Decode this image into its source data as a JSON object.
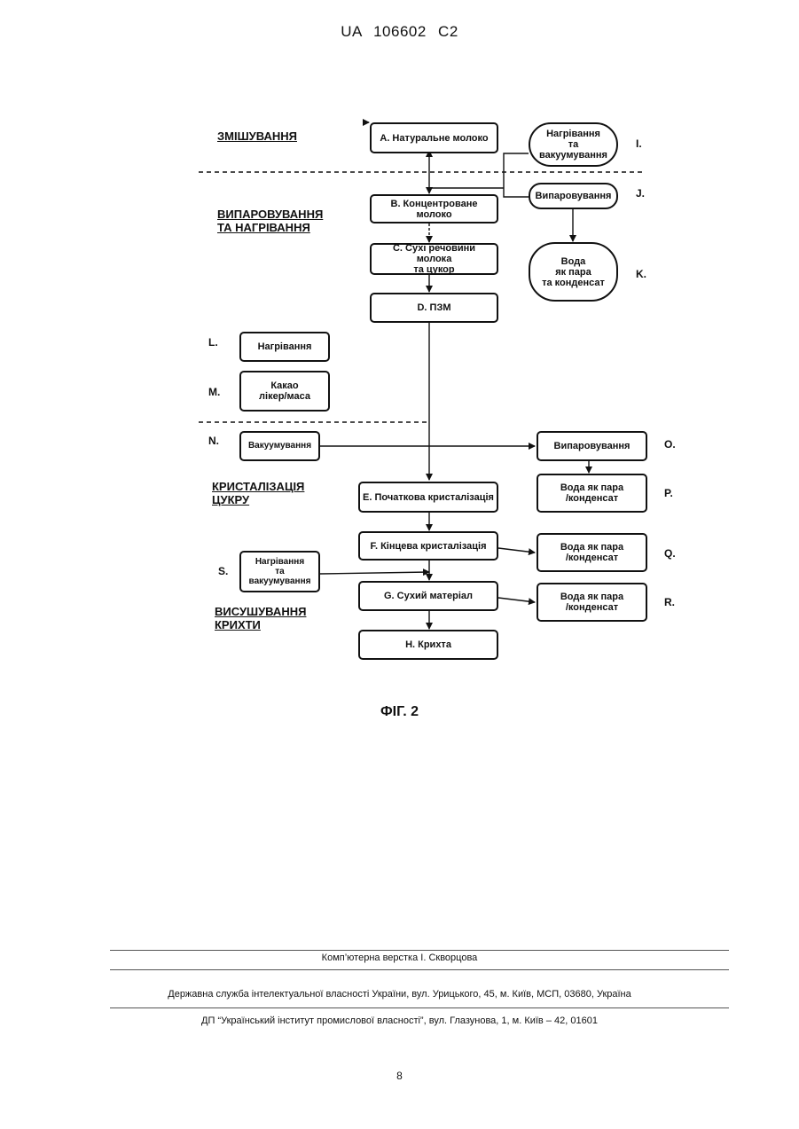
{
  "header": {
    "doc_code": "UA   106602   C2"
  },
  "stages": {
    "mixing": "ЗМІШУВАННЯ",
    "evaporation": "ВИПАРОВУВАННЯ\nТА НАГРІВАННЯ",
    "crystallization": "КРИСТАЛІЗАЦІЯ\nЦУКРУ",
    "drying": "ВИСУШУВАННЯ\nКРИХТИ"
  },
  "boxes": {
    "A": "A. Натуральне молоко",
    "B": "B. Концентроване молоко",
    "C": "C. Сухі речовини молока\nта цукор",
    "D": "D. ПЗМ",
    "E": "E. Початкова кристалізація",
    "F": "F. Кінцева кристалізація",
    "G": "G. Сухий матеріал",
    "H": "H. Крихта",
    "I": "Нагрівання\nта вакуумування",
    "J": "Випаровування",
    "K": "Вода\nяк пара\nта конденсат",
    "L": "Нагрівання",
    "M": "Какао\nлікер/маса",
    "N": "Вакуумування",
    "O": "Випаровування",
    "P": "Вода як пара\n/конденсат",
    "Q": "Вода як пара\n/конденсат",
    "R": "Вода як пара\n/конденсат",
    "S": "Нагрівання\nта вакуумування"
  },
  "letters": {
    "I": "I.",
    "J": "J.",
    "K": "K.",
    "L": "L.",
    "M": "M.",
    "N": "N.",
    "O": "O.",
    "P": "P.",
    "Q": "Q.",
    "R": "R.",
    "S": "S."
  },
  "figure_caption": "ФІГ. 2",
  "footer": {
    "layout": "Комп’ютерна верстка І. Скворцова",
    "office": "Державна служба інтелектуальної власності України, вул. Урицького, 45, м. Київ, МСП, 03680, Україна",
    "institute": "ДП “Український інститут промислової власності”, вул. Глазунова, 1, м. Київ – 42, 01601",
    "page_number": "8"
  }
}
